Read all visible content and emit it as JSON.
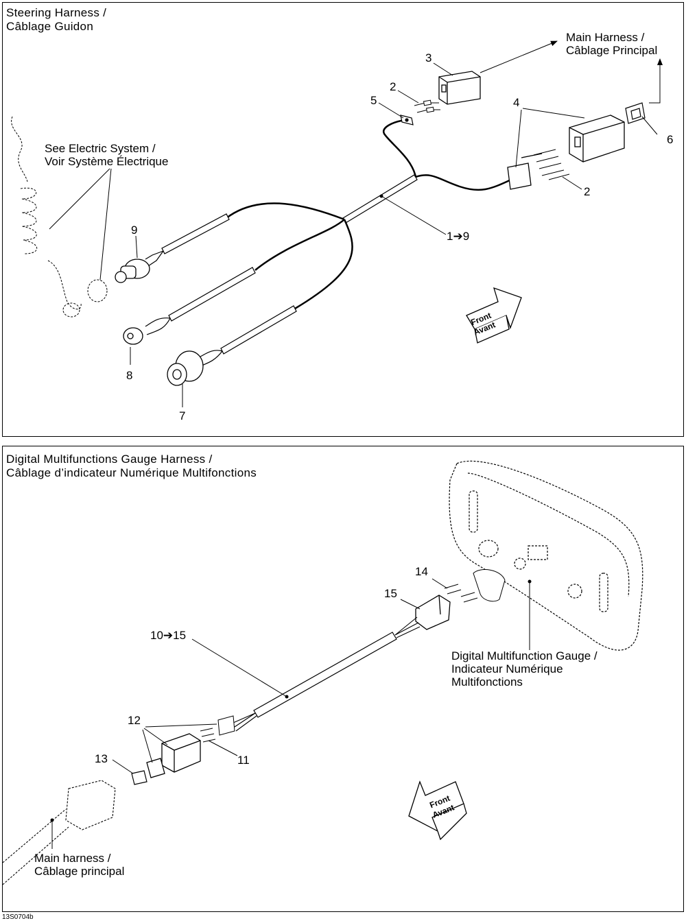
{
  "top_panel": {
    "title_line1": "Steering Harness /",
    "title_line2": "Câblage Guidon",
    "main_harness_line1": "Main Harness  /",
    "main_harness_line2": "Câblage Principal",
    "electric_line1": "See Electric System /",
    "electric_line2": "Voir Système Électrique",
    "front_line1": "Front",
    "front_line2": "Avant",
    "callouts": {
      "c1_9": "1➔9",
      "c2a": "2",
      "c2b": "2",
      "c3": "3",
      "c4": "4",
      "c5": "5",
      "c6": "6",
      "c7": "7",
      "c8": "8",
      "c9": "9"
    }
  },
  "bottom_panel": {
    "title_line1": "Digital Multifunctions Gauge Harness /",
    "title_line2": "Câblage d’indicateur Numérique Multifonctions",
    "gauge_line1": "Digital Multifunction Gauge /",
    "gauge_line2": "Indicateur Numérique",
    "gauge_line3": "Multifonctions",
    "main_line1": "Main harness /",
    "main_line2": "Câblage principal",
    "front_line1": "Front",
    "front_line2": "Avant",
    "callouts": {
      "c10_15": "10➔15",
      "c11": "11",
      "c12": "12",
      "c13": "13",
      "c14": "14",
      "c15": "15"
    }
  },
  "figure_code": "13S0704b",
  "colors": {
    "line": "#000000",
    "background": "#ffffff"
  }
}
